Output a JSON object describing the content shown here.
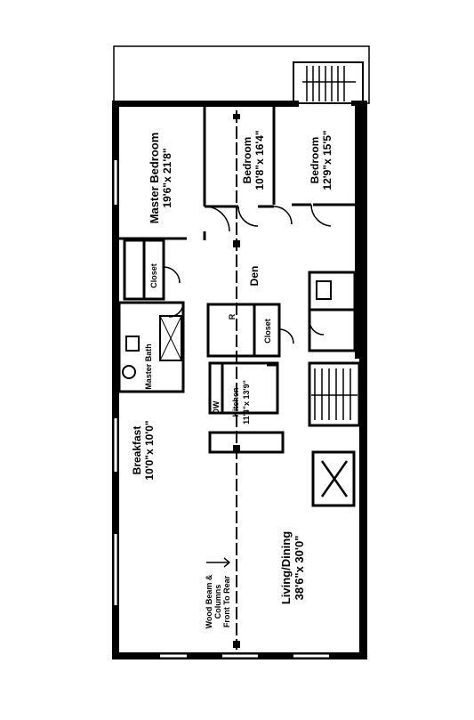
{
  "rooms": {
    "master_bedroom": {
      "name": "Master Bedroom",
      "size": "19'6\"x 21'8\""
    },
    "bedroom_2": {
      "name": "Bedroom",
      "size": "10'8\"x 16'4\""
    },
    "bedroom_3": {
      "name": "Bedroom",
      "size": "12'9\"x 15'5\""
    },
    "master_closet": {
      "name": "Closet"
    },
    "den": {
      "name": "Den"
    },
    "den_closet": {
      "name": "Closet"
    },
    "master_bath": {
      "name": "Master Bath"
    },
    "kitchen": {
      "name": "Kitchen",
      "size": "11'4\"x 13'9\""
    },
    "breakfast": {
      "name": "Breakfast",
      "size": "10'0\"x 10'0\""
    },
    "living_dining": {
      "name": "Living/Dining",
      "size": "38'6\"x 30'0\""
    }
  },
  "beam_note": {
    "line1": "Wood Beam &",
    "line2": "Columns",
    "line3": "Front To Rear"
  },
  "kitchen_fixtures": {
    "dishwasher": "DW",
    "refrigerator": "R"
  },
  "colors": {
    "ink": "#000000",
    "paper": "#ffffff"
  }
}
